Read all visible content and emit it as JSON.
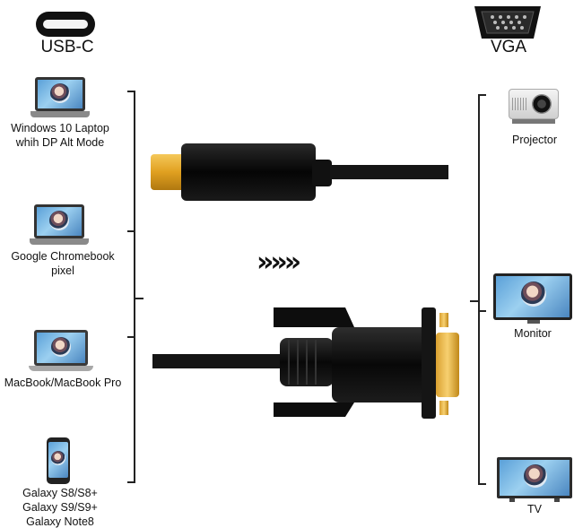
{
  "left_header": {
    "label": "USB-C"
  },
  "right_header": {
    "label": "VGA"
  },
  "sources": [
    {
      "label_lines": [
        "Windows 10 Laptop",
        "whih DP Alt Mode"
      ]
    },
    {
      "label_lines": [
        "Google Chromebook",
        "pixel"
      ]
    },
    {
      "label_lines": [
        "MacBook/MacBook Pro"
      ]
    },
    {
      "label_lines": [
        "Galaxy S8/S8+",
        "Galaxy S9/S9+",
        "Galaxy Note8"
      ]
    }
  ],
  "targets": [
    {
      "label": "Projector"
    },
    {
      "label": "Monitor"
    },
    {
      "label": "TV"
    }
  ],
  "arrow": {
    "glyph": "»»»"
  }
}
